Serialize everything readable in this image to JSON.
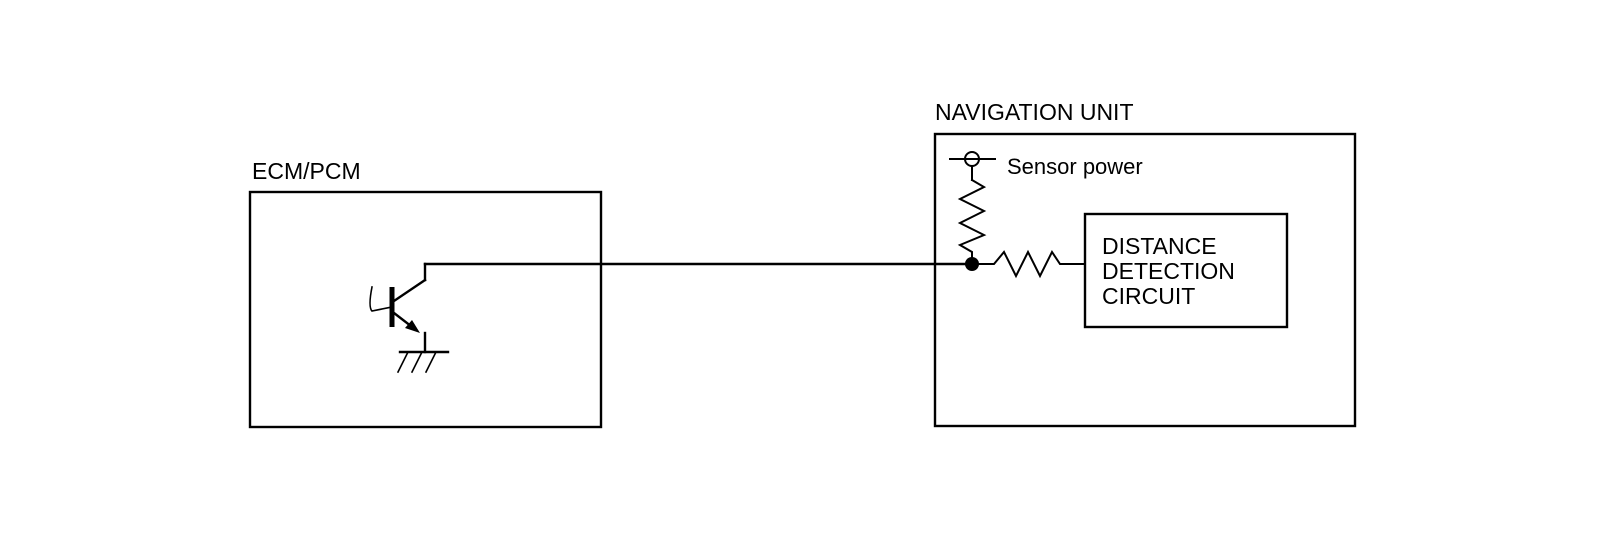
{
  "ecm_label": "ECM/PCM",
  "nav_label": "NAVIGATION UNIT",
  "sensor_power_label": "Sensor power",
  "distance_circuit_lines": [
    "DISTANCE",
    "DETECTION",
    "CIRCUIT"
  ],
  "colors": {
    "line": "#000000",
    "background": "#ffffff"
  }
}
